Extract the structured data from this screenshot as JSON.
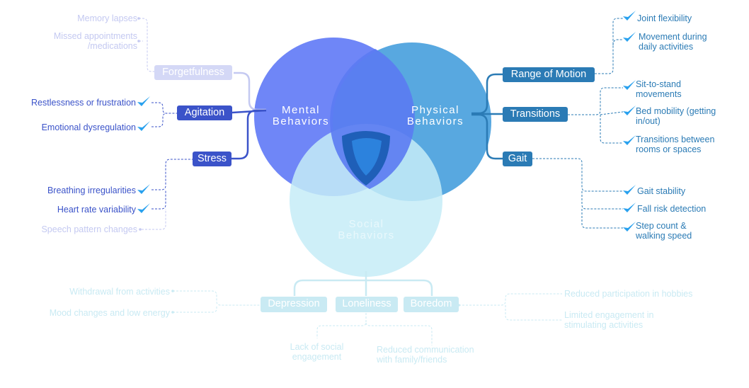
{
  "colors": {
    "mental": "#6f86f7",
    "physical": "#4fa3de",
    "social": "#c6ecf7",
    "agitation_text": "#3b53c9",
    "physical_text": "#2b7bb5",
    "faded_mental": "#c4c9f1",
    "faded_social": "#c9eaf3",
    "check": "#29a1ee"
  },
  "circles": {
    "mental": "Mental\nBehaviors",
    "physical": "Physical\nBehaviors",
    "social": "Social\nBehaviors"
  },
  "mental": {
    "forgetfulness": {
      "label": "Forgetfulness",
      "items": [
        "Memory lapses",
        "Missed appointments\n/medications"
      ]
    },
    "agitation": {
      "label": "Agitation",
      "items": [
        "Restlessness or frustration",
        "Emotional dysregulation"
      ]
    },
    "stress": {
      "label": "Stress",
      "items": [
        "Breathing irregularities",
        "Heart rate variability",
        "Speech pattern changes"
      ]
    }
  },
  "physical": {
    "range": {
      "label": "Range of Motion",
      "items": [
        "Joint flexibility",
        "Movement during\ndaily activities"
      ]
    },
    "transitions": {
      "label": "Transitions",
      "items": [
        "Sit-to-stand\nmovements",
        "Bed mobility (getting\nin/out)",
        "Transitions between\nrooms or spaces"
      ]
    },
    "gait": {
      "label": "Gait",
      "items": [
        "Gait stability",
        "Fall risk detection",
        "Step count &\nwalking speed"
      ]
    }
  },
  "social": {
    "depression": {
      "label": "Depression",
      "items": [
        "Withdrawal from activities",
        "Mood changes and low energy"
      ]
    },
    "loneliness": {
      "label": "Loneliness",
      "items": [
        "Lack of social\nengagement",
        "Reduced communication\nwith family/friends"
      ]
    },
    "boredom": {
      "label": "Boredom",
      "items": [
        "Reduced participation in hobbies",
        "Limited engagement in\nstimulating activities"
      ]
    }
  }
}
